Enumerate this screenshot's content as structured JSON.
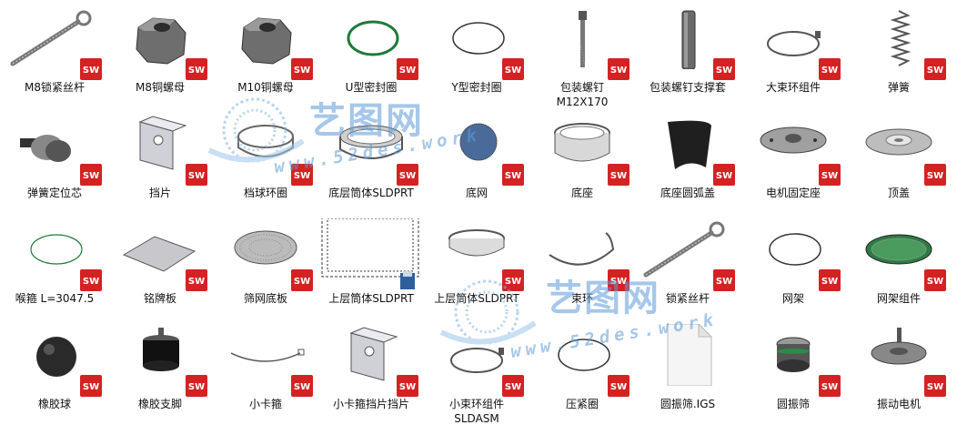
{
  "colors": {
    "sw_red": "#d42222",
    "watermark": "#5f9bd8",
    "part_gray": "#8a8a8a",
    "seal_green": "#1e7a3a"
  },
  "sw_badge_text": "SW",
  "watermark": {
    "title": "艺图网",
    "url": "www.52des.work"
  },
  "files": [
    {
      "label": "M8锁紧丝杆",
      "icon": "screw-rod-icon"
    },
    {
      "label": "M8铜螺母",
      "icon": "hex-nut-icon"
    },
    {
      "label": "M10铜螺母",
      "icon": "hex-nut-icon"
    },
    {
      "label": "U型密封圈",
      "icon": "green-ring-icon"
    },
    {
      "label": "Y型密封圈",
      "icon": "thin-ring-icon"
    },
    {
      "label": "包装螺钉\nM12X170",
      "icon": "long-bolt-icon"
    },
    {
      "label": "包装螺钉支撑套",
      "icon": "sleeve-icon"
    },
    {
      "label": "大束环组件",
      "icon": "clamp-ring-icon"
    },
    {
      "label": "弹簧",
      "icon": "spring-icon"
    },
    {
      "label": "弹簧定位芯",
      "icon": "locating-core-icon"
    },
    {
      "label": "挡片",
      "icon": "bracket-icon"
    },
    {
      "label": "档球环圈",
      "icon": "band-ring-icon"
    },
    {
      "label": "底层筒体SLDPRT",
      "icon": "cylinder-ring-icon"
    },
    {
      "label": "底网",
      "icon": "mesh-disc-icon"
    },
    {
      "label": "底座",
      "icon": "base-ring-icon"
    },
    {
      "label": "底座圆弧盖",
      "icon": "arc-cover-icon"
    },
    {
      "label": "电机固定座",
      "icon": "motor-seat-icon"
    },
    {
      "label": "顶盖",
      "icon": "top-cover-icon"
    },
    {
      "label": "喉箍 L=3047.5",
      "icon": "hose-clamp-icon"
    },
    {
      "label": "铭牌板",
      "icon": "plate-icon"
    },
    {
      "label": "筛网底板",
      "icon": "sieve-plate-icon"
    },
    {
      "label": "上层筒体SLDPRT",
      "icon": "document-preview-icon"
    },
    {
      "label": "上层筒体SLDPRT",
      "icon": "upper-ring-icon"
    },
    {
      "label": "束环",
      "icon": "hoop-icon"
    },
    {
      "label": "锁紧丝杆",
      "icon": "screw-rod-icon"
    },
    {
      "label": "网架",
      "icon": "thin-ring-icon"
    },
    {
      "label": "网架组件",
      "icon": "mesh-frame-icon"
    },
    {
      "label": "橡胶球",
      "icon": "rubber-ball-icon"
    },
    {
      "label": "橡胶支脚",
      "icon": "rubber-foot-icon"
    },
    {
      "label": "小卡箍",
      "icon": "small-clamp-icon"
    },
    {
      "label": "小卡箍挡片挡片",
      "icon": "bracket-icon"
    },
    {
      "label": "小束环组件\nSLDASM",
      "icon": "clamp-ring-icon"
    },
    {
      "label": "压紧圈",
      "icon": "thin-ring-icon"
    },
    {
      "label": "圆振筛.IGS",
      "icon": "blank-file-icon"
    },
    {
      "label": "圆振筛",
      "icon": "vibrating-screen-icon"
    },
    {
      "label": "振动电机",
      "icon": "vibration-motor-icon"
    }
  ]
}
